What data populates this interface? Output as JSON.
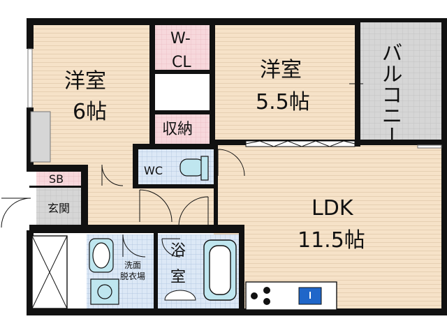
{
  "rooms": {
    "western_left": {
      "name": "洋室",
      "size": "6帖"
    },
    "western_right": {
      "name": "洋室",
      "size": "5.5帖"
    },
    "walkin_closet": {
      "line1": "W-",
      "line2": "CL"
    },
    "storage": {
      "name": "収納"
    },
    "toilet": {
      "name": "WC"
    },
    "shoe_box": {
      "name": "SB"
    },
    "entrance": {
      "name": "玄関"
    },
    "ldk": {
      "name": "LDK",
      "size": "11.5帖"
    },
    "washroom": {
      "line1": "洗面",
      "line2": "脱衣場"
    },
    "bathroom": {
      "line1": "浴",
      "line2": "室"
    },
    "balcony": {
      "name": "バルコニー"
    }
  },
  "colors": {
    "wood_floor": "#f6e2c8",
    "wood_line": "#e6cfb2",
    "wall": "#111111",
    "tile": "#dce8f6",
    "tile_line": "#a9bfdc",
    "closet_pink": "#f7d8dc",
    "balcony_gray": "#d6d6d6",
    "fixture_blue": "#bfe6ef",
    "sink_blue": "#1f66c9"
  },
  "icons": [
    "sliding-door-icon",
    "swing-door-icon",
    "toilet-icon",
    "bathtub-icon",
    "washbasin-icon",
    "washing-machine-icon",
    "stove-icon",
    "kitchen-sink-icon"
  ]
}
